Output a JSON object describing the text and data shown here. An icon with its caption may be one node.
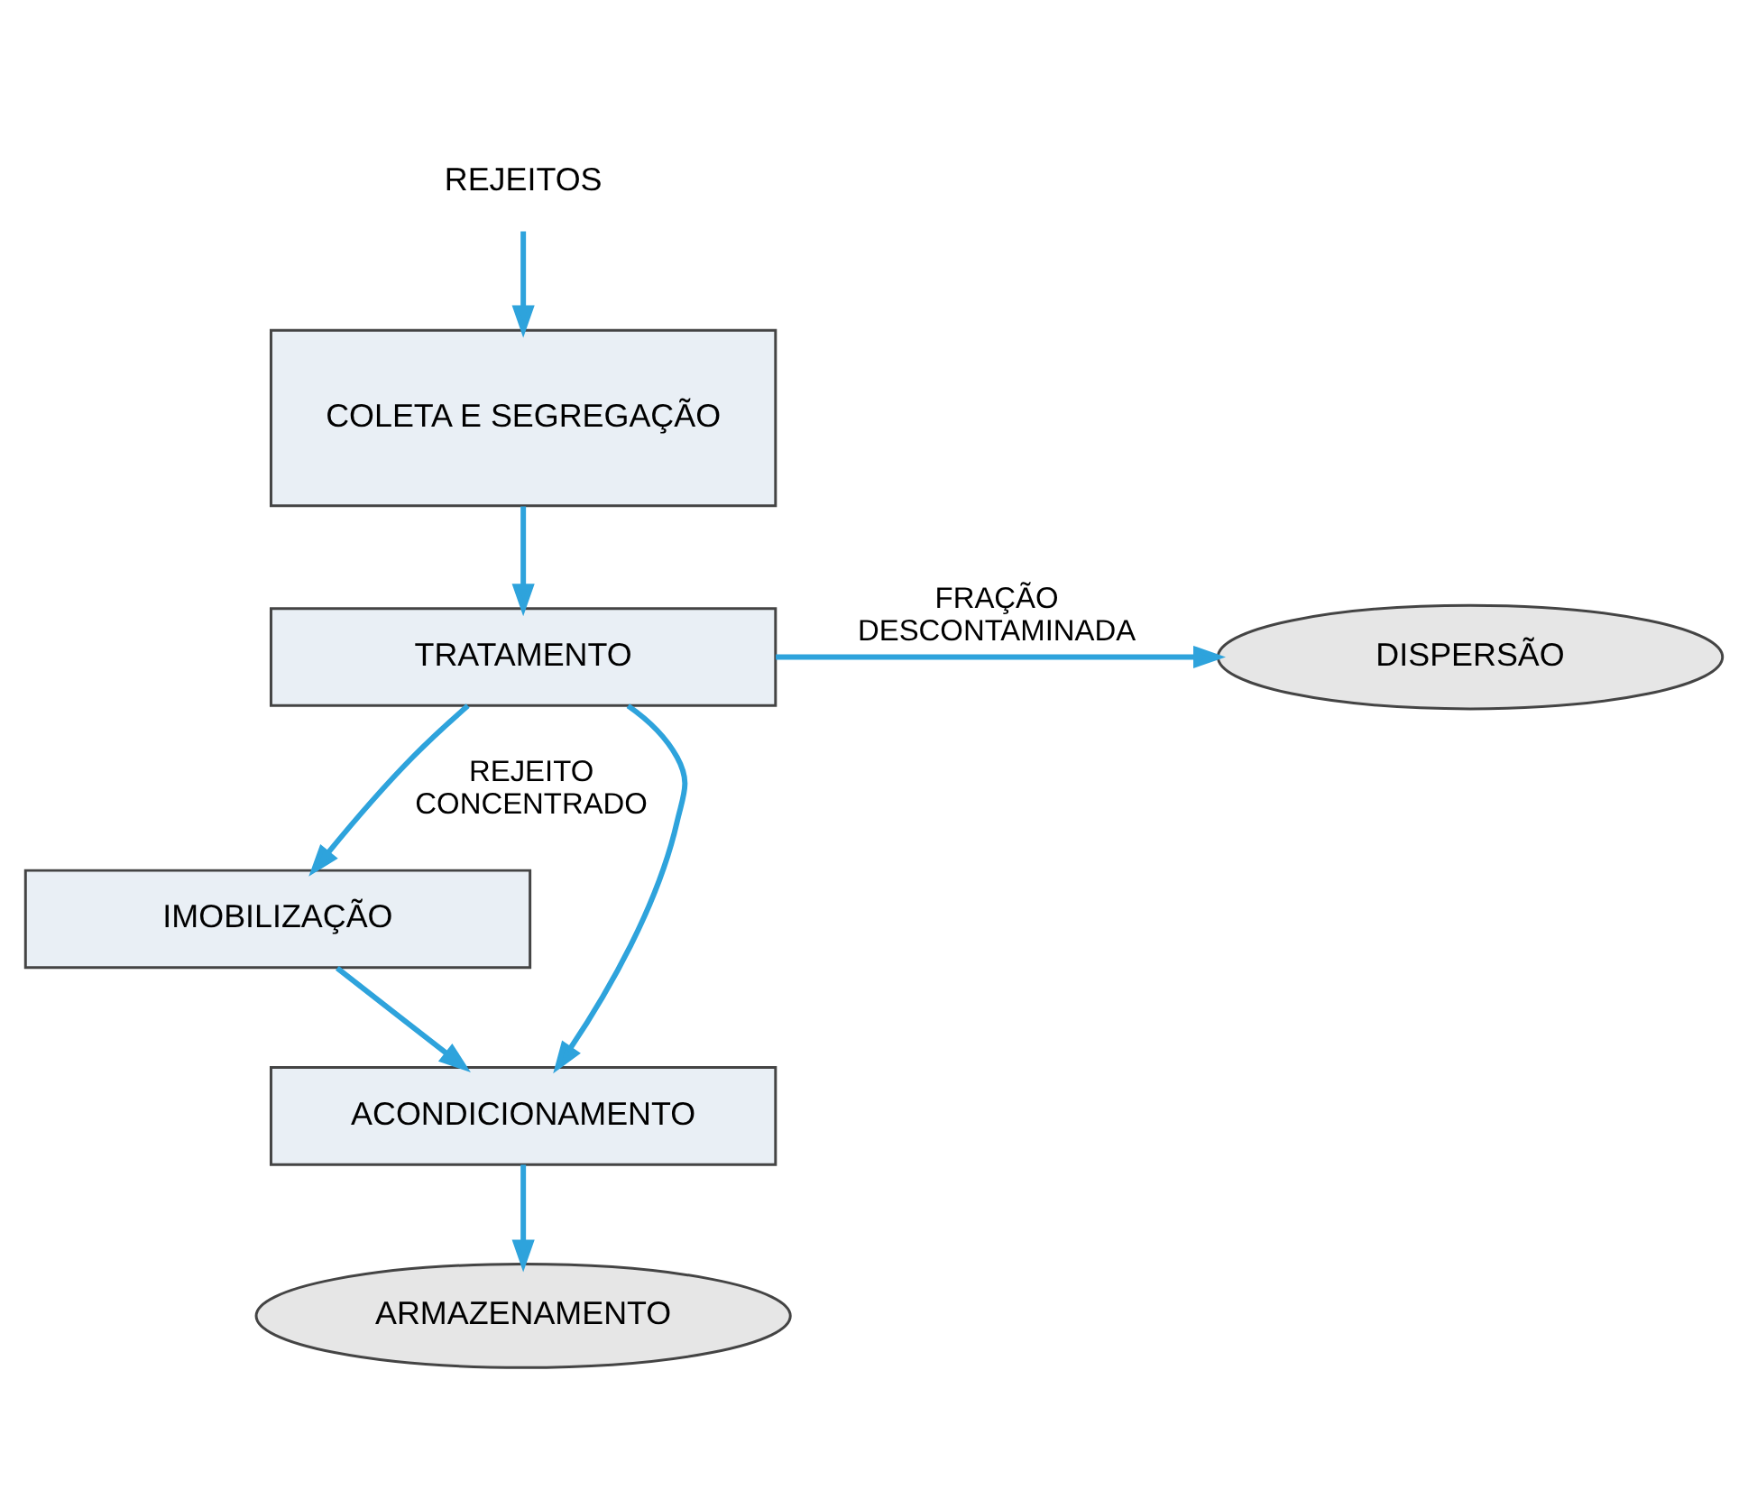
{
  "diagram": {
    "nodes": [
      {
        "text": [
          "REJEITOS"
        ]
      },
      {
        "text": [
          "COLETA E SEGREGAÇÃO"
        ]
      },
      {
        "text": [
          "TRATAMENTO"
        ]
      },
      {
        "text": [
          "DISPERSÃO"
        ]
      },
      {
        "text": [
          "IMOBILIZAÇÃO"
        ]
      },
      {
        "text": [
          "ACONDICIONAMENTO"
        ]
      },
      {
        "text": [
          "ARMAZENAMENTO"
        ]
      }
    ],
    "edges": [
      {
        "from": 0,
        "to": 1,
        "arrow": "to"
      },
      {
        "from": 1,
        "to": 2,
        "arrow": "to"
      },
      {
        "from": 2,
        "to": 3,
        "arrow": "to",
        "label": "FRAÇÃO DESCONTAMINADA"
      },
      {
        "from": 2,
        "to": 4,
        "arrow": "to",
        "label": "REJEITO CONCENTRADO"
      },
      {
        "from": 2,
        "to": 5,
        "arrow": "to"
      },
      {
        "from": 4,
        "to": 5,
        "arrow": "to"
      },
      {
        "from": 5,
        "to": 6,
        "arrow": "to"
      }
    ]
  }
}
